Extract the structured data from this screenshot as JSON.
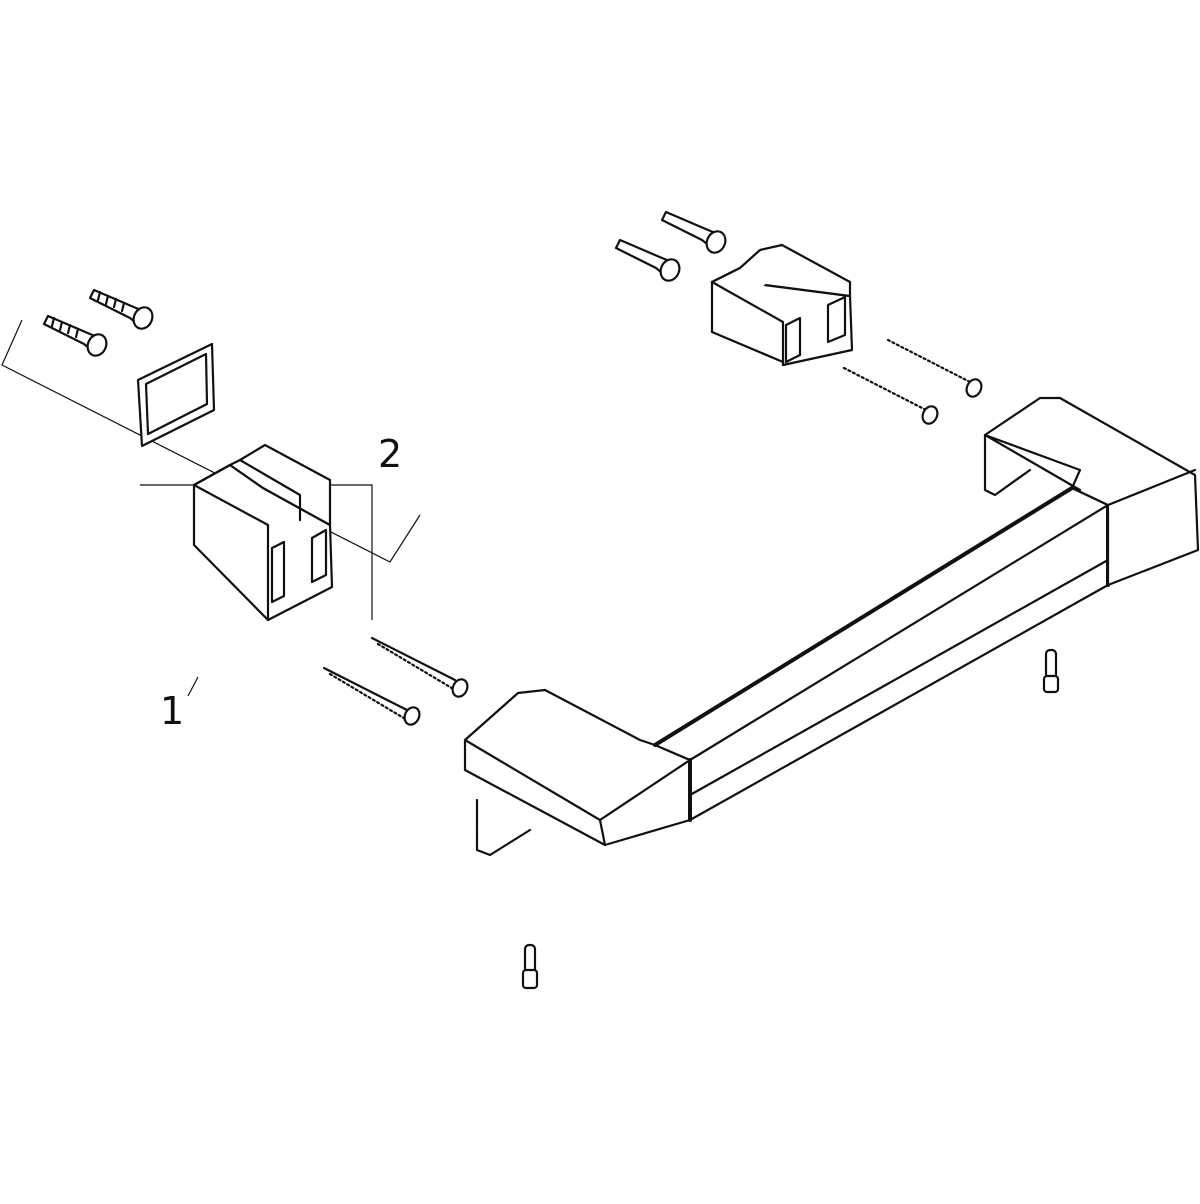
{
  "diagram": {
    "type": "exploded-assembly-view",
    "subject": "wall-mounted grab bar with mounting brackets",
    "colors": {
      "line": "#111111",
      "background": "#ffffff"
    },
    "callouts": [
      {
        "id": "1",
        "label": "1",
        "refers_to": "mounting kit: 2 wall plugs, gasket, bracket block, 2 long screws"
      },
      {
        "id": "2",
        "label": "2",
        "refers_to": "wall plugs and long screws"
      }
    ],
    "parts": [
      {
        "name": "grab-bar",
        "count": 1
      },
      {
        "name": "mounting-bracket-block",
        "count": 2
      },
      {
        "name": "gasket-frame",
        "count": 1
      },
      {
        "name": "wall-plug",
        "count": 4
      },
      {
        "name": "long-screw",
        "count": 4
      },
      {
        "name": "set-screw",
        "count": 2
      }
    ]
  }
}
